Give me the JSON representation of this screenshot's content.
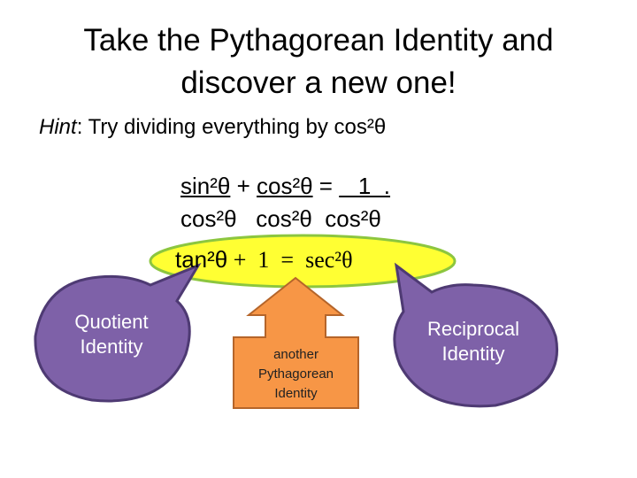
{
  "title": {
    "line1": "Take the Pythagorean Identity and",
    "line2": "discover a new one!"
  },
  "hint": {
    "label": "Hint",
    "text": ": Try dividing everything by cos²θ"
  },
  "equation": {
    "num_sin": "sin²θ",
    "plus": " + ",
    "num_cos": "cos²θ",
    "equals": " = ",
    "num_one": "   1  .",
    "den1": "cos²θ",
    "den2": "cos²θ",
    "den3": "cos²θ",
    "result_tan": "tan²θ",
    "result_rest": " +  1  =  sec²θ"
  },
  "callouts": {
    "quotient_line1": "Quotient",
    "quotient_line2": "Identity",
    "another_line1": "another",
    "another_line2": "Pythagorean",
    "another_line3": "Identity",
    "reciprocal_line1": "Reciprocal",
    "reciprocal_line2": "Identity"
  },
  "colors": {
    "highlight_fill": "#ffff33",
    "highlight_stroke": "#8cc63f",
    "purple": "#7e61a8",
    "purple_stroke": "#4e3a73",
    "orange": "#f79646",
    "orange_stroke": "#b5652a"
  }
}
